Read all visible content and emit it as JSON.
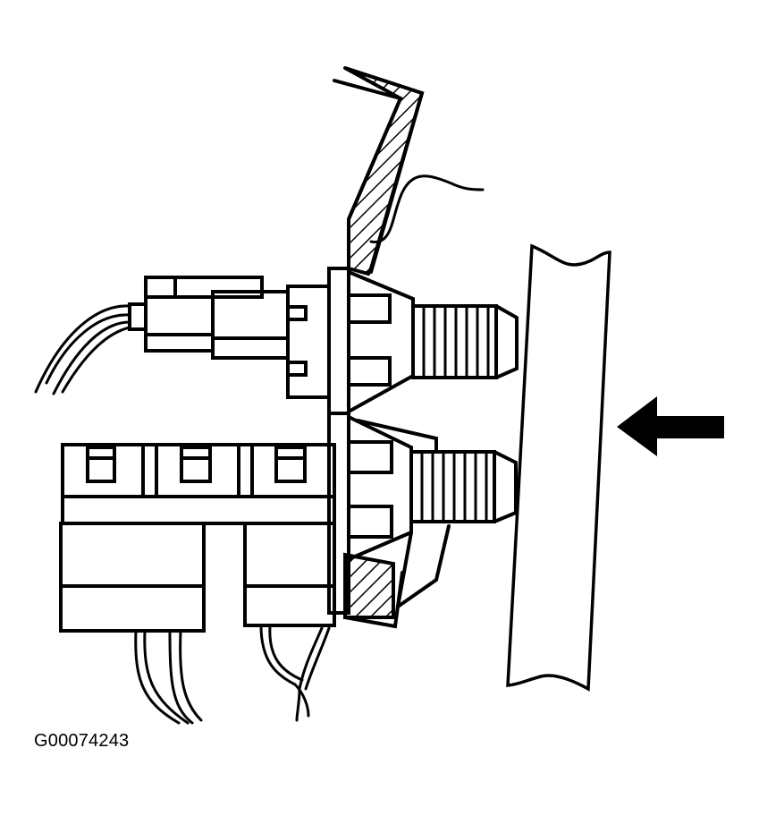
{
  "figure": {
    "id_label": "G00074243",
    "stroke_color": "#000000",
    "background_color": "#ffffff",
    "components": [
      {
        "name": "mounting-bracket",
        "description": "hatched sheet-metal bracket"
      },
      {
        "name": "upper-switch",
        "description": "threaded plunger switch, upper"
      },
      {
        "name": "lower-switch",
        "description": "threaded plunger switch, lower"
      },
      {
        "name": "upper-connector",
        "description": "electrical connector with wires, upper-left"
      },
      {
        "name": "lower-connector",
        "description": "three-cavity electrical connector with wires, lower-left"
      },
      {
        "name": "pedal-arm",
        "description": "pedal arm contacting switch plungers"
      },
      {
        "name": "direction-arrow",
        "description": "solid arrow pointing left toward pedal arm"
      }
    ]
  }
}
